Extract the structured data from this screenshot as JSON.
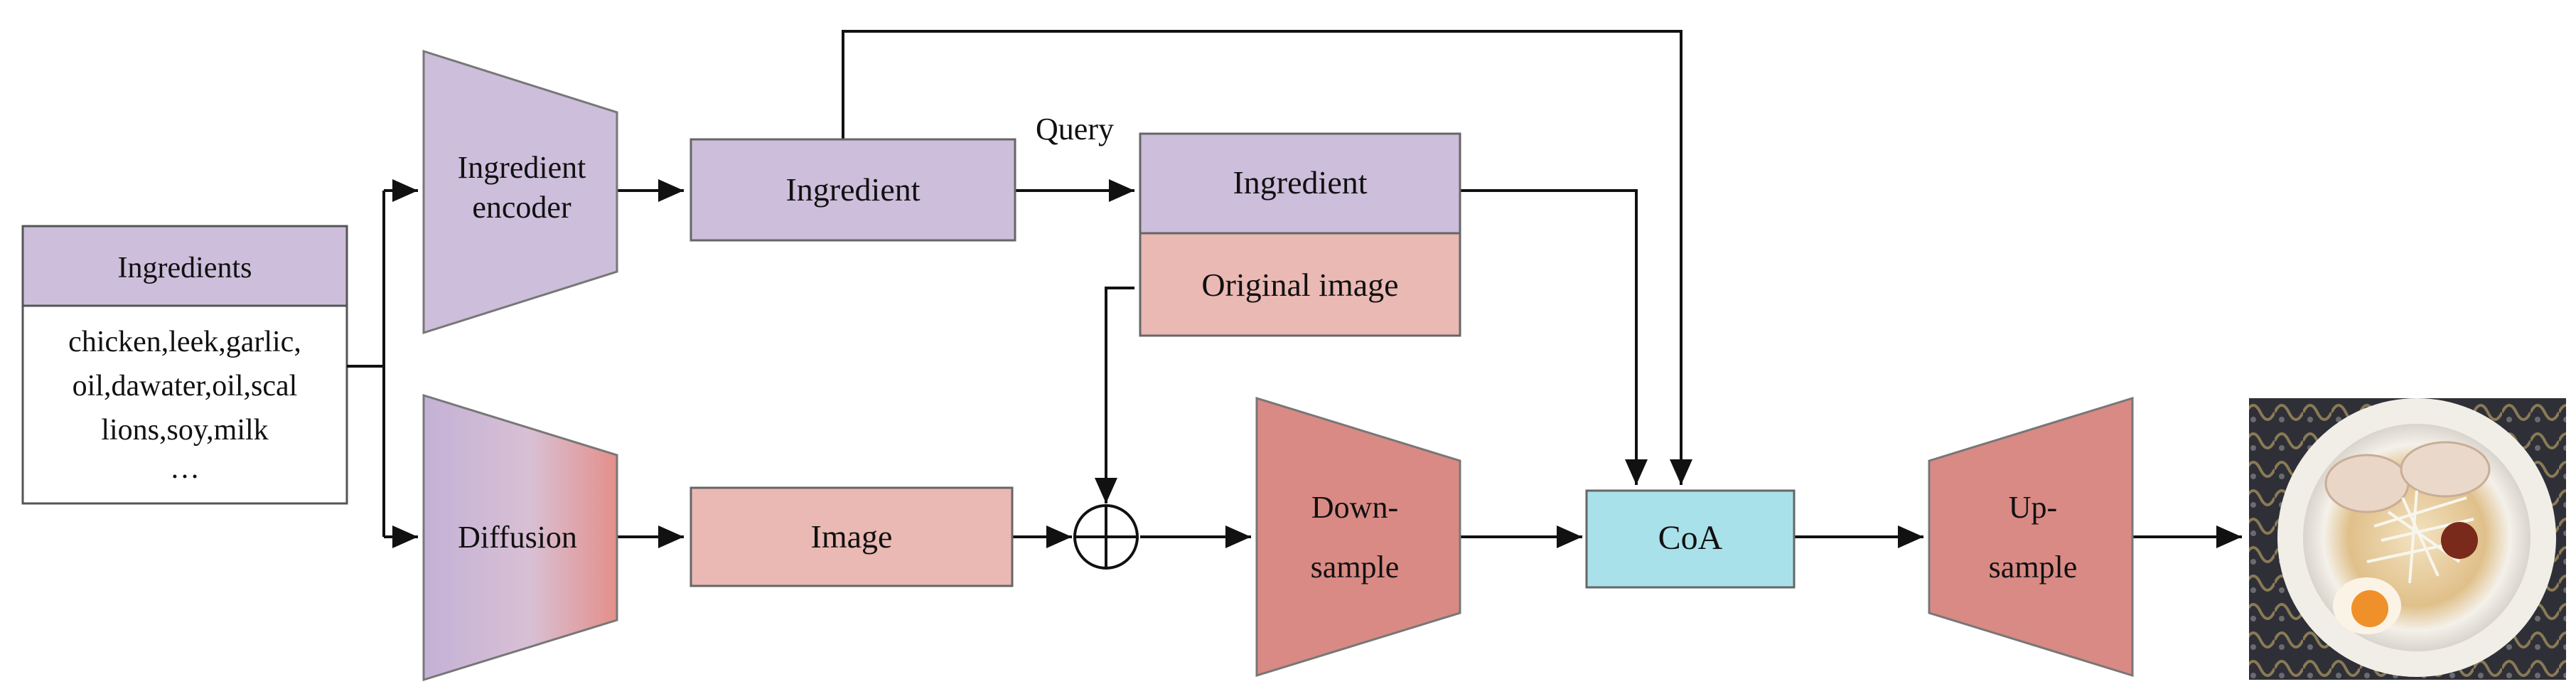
{
  "ingredients_box": {
    "header": "Ingredients",
    "lines": [
      "chicken,leek,garlic,",
      "oil,dawater,oil,scal",
      "lions,soy,milk",
      "…"
    ]
  },
  "blocks": {
    "ingredient_encoder": [
      "Ingredient",
      "encoder"
    ],
    "diffusion": [
      "Diffusion"
    ],
    "ingredient_1": "Ingredient",
    "image": "Image",
    "ingredient_2": "Ingredient",
    "original_image": "Original image",
    "downsample": [
      "Down-",
      "sample"
    ],
    "coa": "CoA",
    "upsample": [
      "Up-",
      "sample"
    ]
  },
  "labels": {
    "query": "Query"
  },
  "output_image": {
    "icon": "ramen-bowl-photo"
  },
  "colors": {
    "purple": "#cdbedb",
    "purple_dark": "#b6a4c8",
    "pink": "#eab9b4",
    "red": "#d98a84",
    "cyan": "#a9e1ea",
    "stroke": "#555555",
    "arrow": "#111111"
  }
}
